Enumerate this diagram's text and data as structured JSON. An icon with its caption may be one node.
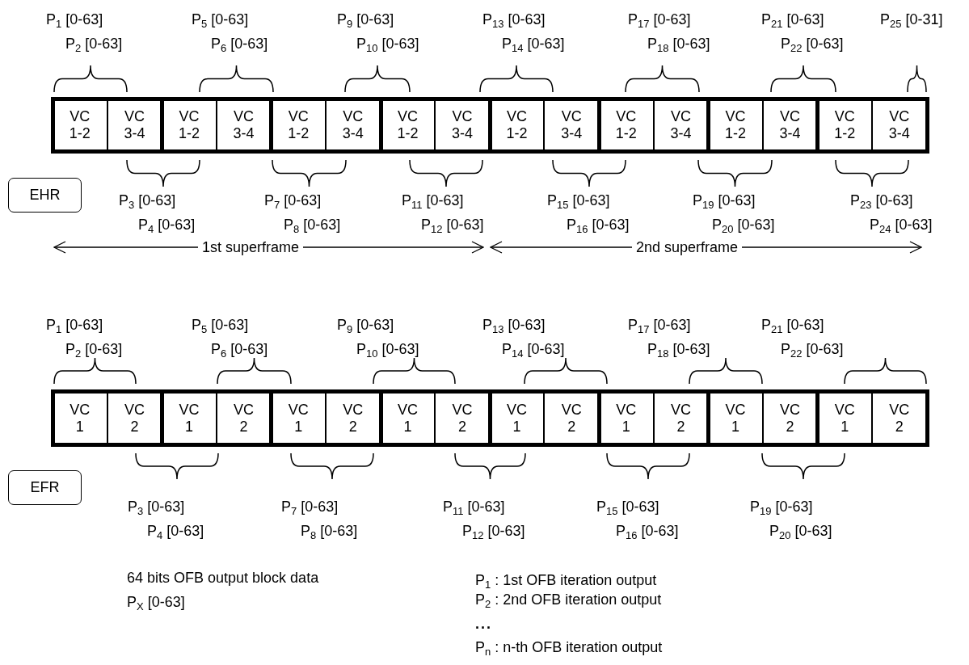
{
  "diagram": {
    "nodes": [
      {
        "text": [
          "VC 1-2"
        ]
      },
      {
        "text": [
          "VC 3-4"
        ]
      },
      {
        "text": [
          "VC 1-2"
        ]
      },
      {
        "text": [
          "VC 3-4"
        ]
      },
      {
        "text": [
          "VC 1-2"
        ]
      },
      {
        "text": [
          "VC 3-4"
        ]
      },
      {
        "text": [
          "VC 1-2"
        ]
      },
      {
        "text": [
          "VC 3-4"
        ]
      },
      {
        "text": [
          "VC 1-2"
        ]
      },
      {
        "text": [
          "VC 3-4"
        ]
      },
      {
        "text": [
          "VC 1-2"
        ]
      },
      {
        "text": [
          "VC 3-4"
        ]
      },
      {
        "text": [
          "VC 1-2"
        ]
      },
      {
        "text": [
          "VC 3-4"
        ]
      },
      {
        "text": [
          "VC 1-2"
        ]
      },
      {
        "text": [
          "VC 3-4"
        ]
      },
      {
        "text": [
          "EHR"
        ]
      },
      {
        "text": [
          "VC 1"
        ]
      },
      {
        "text": [
          "VC 2"
        ]
      },
      {
        "text": [
          "VC 1"
        ]
      },
      {
        "text": [
          "VC 2"
        ]
      },
      {
        "text": [
          "VC 1"
        ]
      },
      {
        "text": [
          "VC 2"
        ]
      },
      {
        "text": [
          "VC 1"
        ]
      },
      {
        "text": [
          "VC 2"
        ]
      },
      {
        "text": [
          "VC 1"
        ]
      },
      {
        "text": [
          "VC 2"
        ]
      },
      {
        "text": [
          "VC 1"
        ]
      },
      {
        "text": [
          "VC 2"
        ]
      },
      {
        "text": [
          "VC 1"
        ]
      },
      {
        "text": [
          "VC 2"
        ]
      },
      {
        "text": [
          "VC 1"
        ]
      },
      {
        "text": [
          "VC 2"
        ]
      },
      {
        "text": [
          "EFR"
        ]
      }
    ],
    "labels": [
      "P$_{1}$ [0-63]",
      "P$_{5}$ [0-63]",
      "P$_{9}$ [0-63]",
      "P$_{13}$ [0-63]",
      "P$_{17}$ [0-63]",
      "P$_{21}$ [0-63]",
      "P$_{25}$ [0-31]",
      "P$_{2}$ [0-63]",
      "P$_{6}$ [0-63]",
      "P$_{10}$ [0-63]",
      "P$_{14}$ [0-63]",
      "P$_{18}$ [0-63]",
      "P$_{22}$ [0-63]",
      "P$_{3}$ [0-63]",
      "P$_{7}$ [0-63]",
      "P$_{11}$ [0-63]",
      "P$_{15}$ [0-63]",
      "P$_{19}$ [0-63]",
      "P$_{23}$ [0-63]",
      "P$_{4}$ [0-63]",
      "P$_{8}$ [0-63]",
      "P$_{12}$ [0-63]",
      "P$_{16}$ [0-63]",
      "P$_{20}$ [0-63]",
      "P$_{24}$ [0-63]",
      "1st superframe",
      "2nd superframe",
      "P$_{1}$ [0-63]",
      "P$_{5}$ [0-63]",
      "P$_{9}$ [0-63]",
      "P$_{13}$ [0-63]",
      "P$_{17}$ [0-63]",
      "P$_{21}$ [0-63]",
      "P$_{2}$ [0-63]",
      "P$_{6}$ [0-63]",
      "P$_{10}$ [0-63]",
      "P$_{14}$ [0-63]",
      "P$_{18}$ [0-63]",
      "P$_{22}$ [0-63]",
      "P$_{3}$ [0-63]",
      "P$_{7}$ [0-63]",
      "P$_{11}$ [0-63]",
      "P$_{15}$ [0-63]",
      "P$_{19}$ [0-63]",
      "P$_{4}$ [0-63]",
      "P$_{8}$ [0-63]",
      "P$_{12}$ [0-63]",
      "P$_{16}$ [0-63]",
      "P$_{20}$ [0-63]",
      "64 bits OFB output block data",
      "P$_{X}$ [0-63]",
      "P$_{1}$ : 1st OFB iteration output",
      "P$_{2}$ : 2nd OFB iteration output",
      "...",
      "P$_{n}$ : n-th OFB iteration output"
    ]
  }
}
